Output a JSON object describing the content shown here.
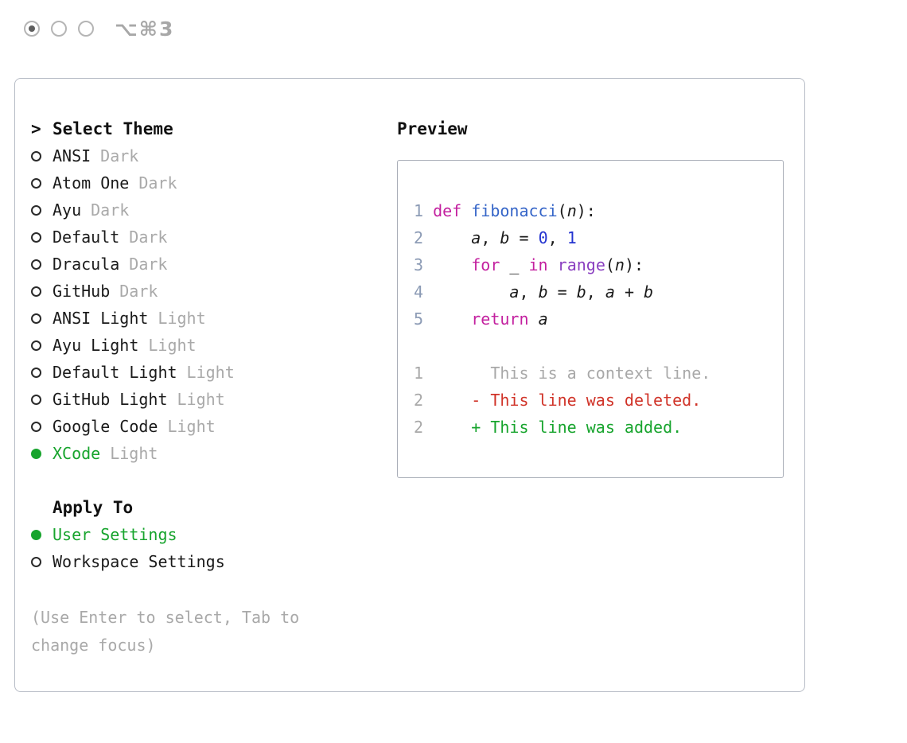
{
  "window": {
    "controls": [
      "active",
      "inactive",
      "inactive"
    ],
    "shortcut_label": "⌥⌘3"
  },
  "theme_picker": {
    "cursor": ">",
    "title": "Select Theme",
    "themes": [
      {
        "name": "ANSI",
        "variant": "Dark",
        "selected": false
      },
      {
        "name": "Atom One",
        "variant": "Dark",
        "selected": false
      },
      {
        "name": "Ayu",
        "variant": "Dark",
        "selected": false
      },
      {
        "name": "Default",
        "variant": "Dark",
        "selected": false
      },
      {
        "name": "Dracula",
        "variant": "Dark",
        "selected": false
      },
      {
        "name": "GitHub",
        "variant": "Dark",
        "selected": false
      },
      {
        "name": "ANSI Light",
        "variant": "Light",
        "selected": false
      },
      {
        "name": "Ayu Light",
        "variant": "Light",
        "selected": false
      },
      {
        "name": "Default Light",
        "variant": "Light",
        "selected": false
      },
      {
        "name": "GitHub Light",
        "variant": "Light",
        "selected": false
      },
      {
        "name": "Google Code",
        "variant": "Light",
        "selected": false
      },
      {
        "name": "XCode",
        "variant": "Light",
        "selected": true
      }
    ],
    "apply_to": {
      "title": "Apply To",
      "options": [
        {
          "label": "User Settings",
          "selected": true
        },
        {
          "label": "Workspace Settings",
          "selected": false
        }
      ]
    },
    "hint": "(Use Enter to select, Tab to change focus)"
  },
  "preview": {
    "title": "Preview",
    "code_lines": [
      {
        "num": "1",
        "tokens": [
          {
            "text": "def",
            "type": "kw"
          },
          {
            "text": " ",
            "type": "plain"
          },
          {
            "text": "fibonacci",
            "type": "fn"
          },
          {
            "text": "(",
            "type": "plain"
          },
          {
            "text": "n",
            "type": "var"
          },
          {
            "text": "):",
            "type": "plain"
          }
        ]
      },
      {
        "num": "2",
        "tokens": [
          {
            "text": "    ",
            "type": "plain"
          },
          {
            "text": "a",
            "type": "var"
          },
          {
            "text": ", ",
            "type": "plain"
          },
          {
            "text": "b",
            "type": "var"
          },
          {
            "text": " = ",
            "type": "plain"
          },
          {
            "text": "0",
            "type": "num"
          },
          {
            "text": ", ",
            "type": "plain"
          },
          {
            "text": "1",
            "type": "num"
          }
        ]
      },
      {
        "num": "3",
        "tokens": [
          {
            "text": "    ",
            "type": "plain"
          },
          {
            "text": "for",
            "type": "kw"
          },
          {
            "text": " _ ",
            "type": "plain"
          },
          {
            "text": "in",
            "type": "kw"
          },
          {
            "text": " ",
            "type": "plain"
          },
          {
            "text": "range",
            "type": "builtin"
          },
          {
            "text": "(",
            "type": "plain"
          },
          {
            "text": "n",
            "type": "var"
          },
          {
            "text": "):",
            "type": "plain"
          }
        ]
      },
      {
        "num": "4",
        "tokens": [
          {
            "text": "        ",
            "type": "plain"
          },
          {
            "text": "a",
            "type": "var"
          },
          {
            "text": ", ",
            "type": "plain"
          },
          {
            "text": "b",
            "type": "var"
          },
          {
            "text": " = ",
            "type": "plain"
          },
          {
            "text": "b",
            "type": "var"
          },
          {
            "text": ", ",
            "type": "plain"
          },
          {
            "text": "a",
            "type": "var"
          },
          {
            "text": " + ",
            "type": "plain"
          },
          {
            "text": "b",
            "type": "var"
          }
        ]
      },
      {
        "num": "5",
        "tokens": [
          {
            "text": "    ",
            "type": "plain"
          },
          {
            "text": "return",
            "type": "kw"
          },
          {
            "text": " ",
            "type": "plain"
          },
          {
            "text": "a",
            "type": "var"
          }
        ]
      }
    ],
    "diff_lines": [
      {
        "num": "1",
        "sign": " ",
        "text": "This is a context line.",
        "type": "context"
      },
      {
        "num": "2",
        "sign": "-",
        "text": "This line was deleted.",
        "type": "deleted"
      },
      {
        "num": "2",
        "sign": "+",
        "text": "This line was added.",
        "type": "added"
      }
    ]
  },
  "colors": {
    "keyword": "#c3209f",
    "function": "#3565c8",
    "builtin": "#8a3fc0",
    "number": "#2434d0",
    "line_number": "#8c9bb5",
    "muted": "#a9a9a9",
    "green": "#17a42d",
    "red": "#d03328",
    "text": "#1a1a1a"
  }
}
